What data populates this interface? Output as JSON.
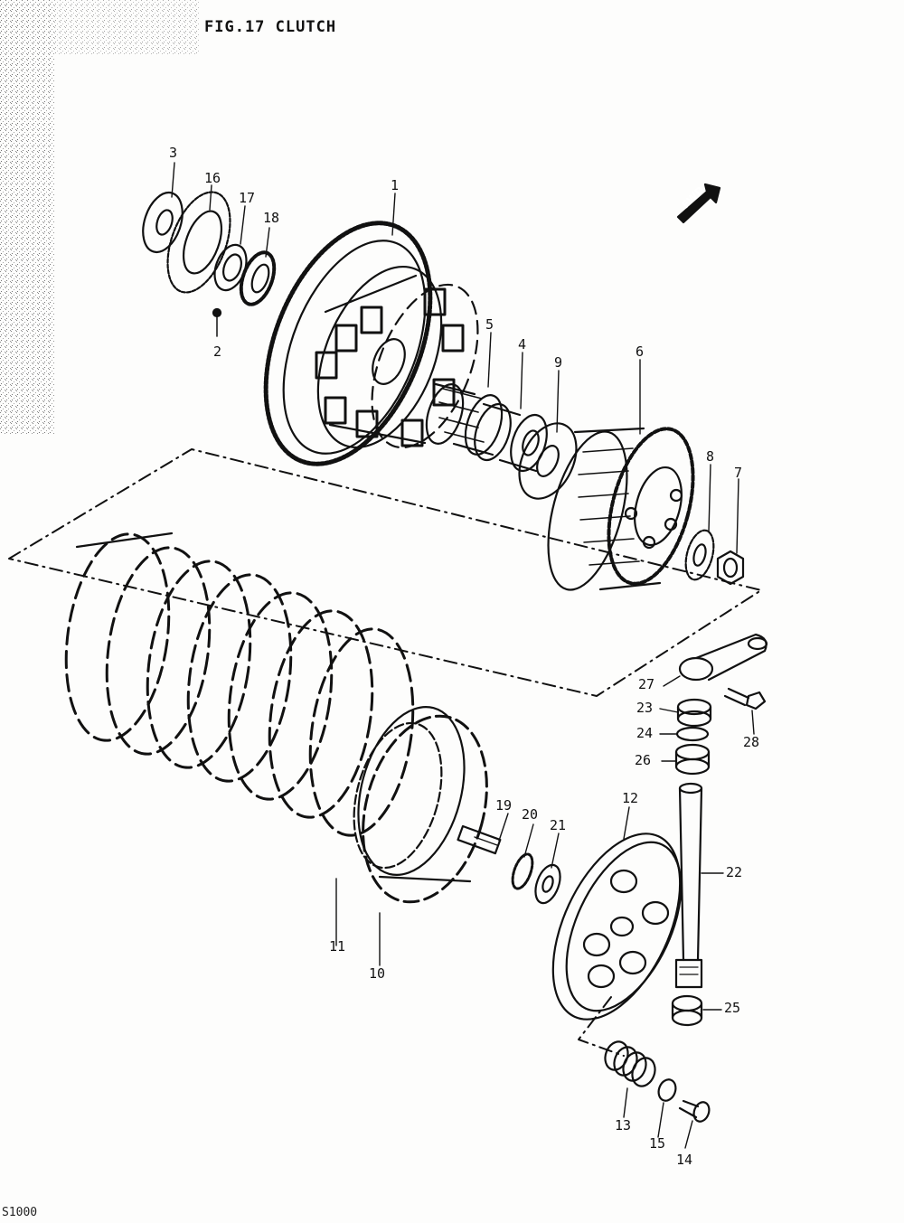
{
  "diagram": {
    "title": "FIG.17  CLUTCH",
    "footer": "S1000",
    "forward_mark": "FWD",
    "callouts": [
      {
        "id": "1",
        "text": "1"
      },
      {
        "id": "2",
        "text": "2"
      },
      {
        "id": "3",
        "text": "3"
      },
      {
        "id": "4",
        "text": "4"
      },
      {
        "id": "5",
        "text": "5"
      },
      {
        "id": "6",
        "text": "6"
      },
      {
        "id": "7",
        "text": "7"
      },
      {
        "id": "8",
        "text": "8"
      },
      {
        "id": "9",
        "text": "9"
      },
      {
        "id": "10",
        "text": "10"
      },
      {
        "id": "11",
        "text": "11"
      },
      {
        "id": "12",
        "text": "12"
      },
      {
        "id": "13",
        "text": "13"
      },
      {
        "id": "14",
        "text": "14"
      },
      {
        "id": "15",
        "text": "15"
      },
      {
        "id": "16",
        "text": "16"
      },
      {
        "id": "17",
        "text": "17"
      },
      {
        "id": "18",
        "text": "18"
      },
      {
        "id": "19",
        "text": "19"
      },
      {
        "id": "20",
        "text": "20"
      },
      {
        "id": "21",
        "text": "21"
      },
      {
        "id": "22",
        "text": "22"
      },
      {
        "id": "23",
        "text": "23"
      },
      {
        "id": "24",
        "text": "24"
      },
      {
        "id": "25",
        "text": "25"
      },
      {
        "id": "26",
        "text": "26"
      },
      {
        "id": "27",
        "text": "27"
      },
      {
        "id": "28",
        "text": "28"
      }
    ]
  }
}
